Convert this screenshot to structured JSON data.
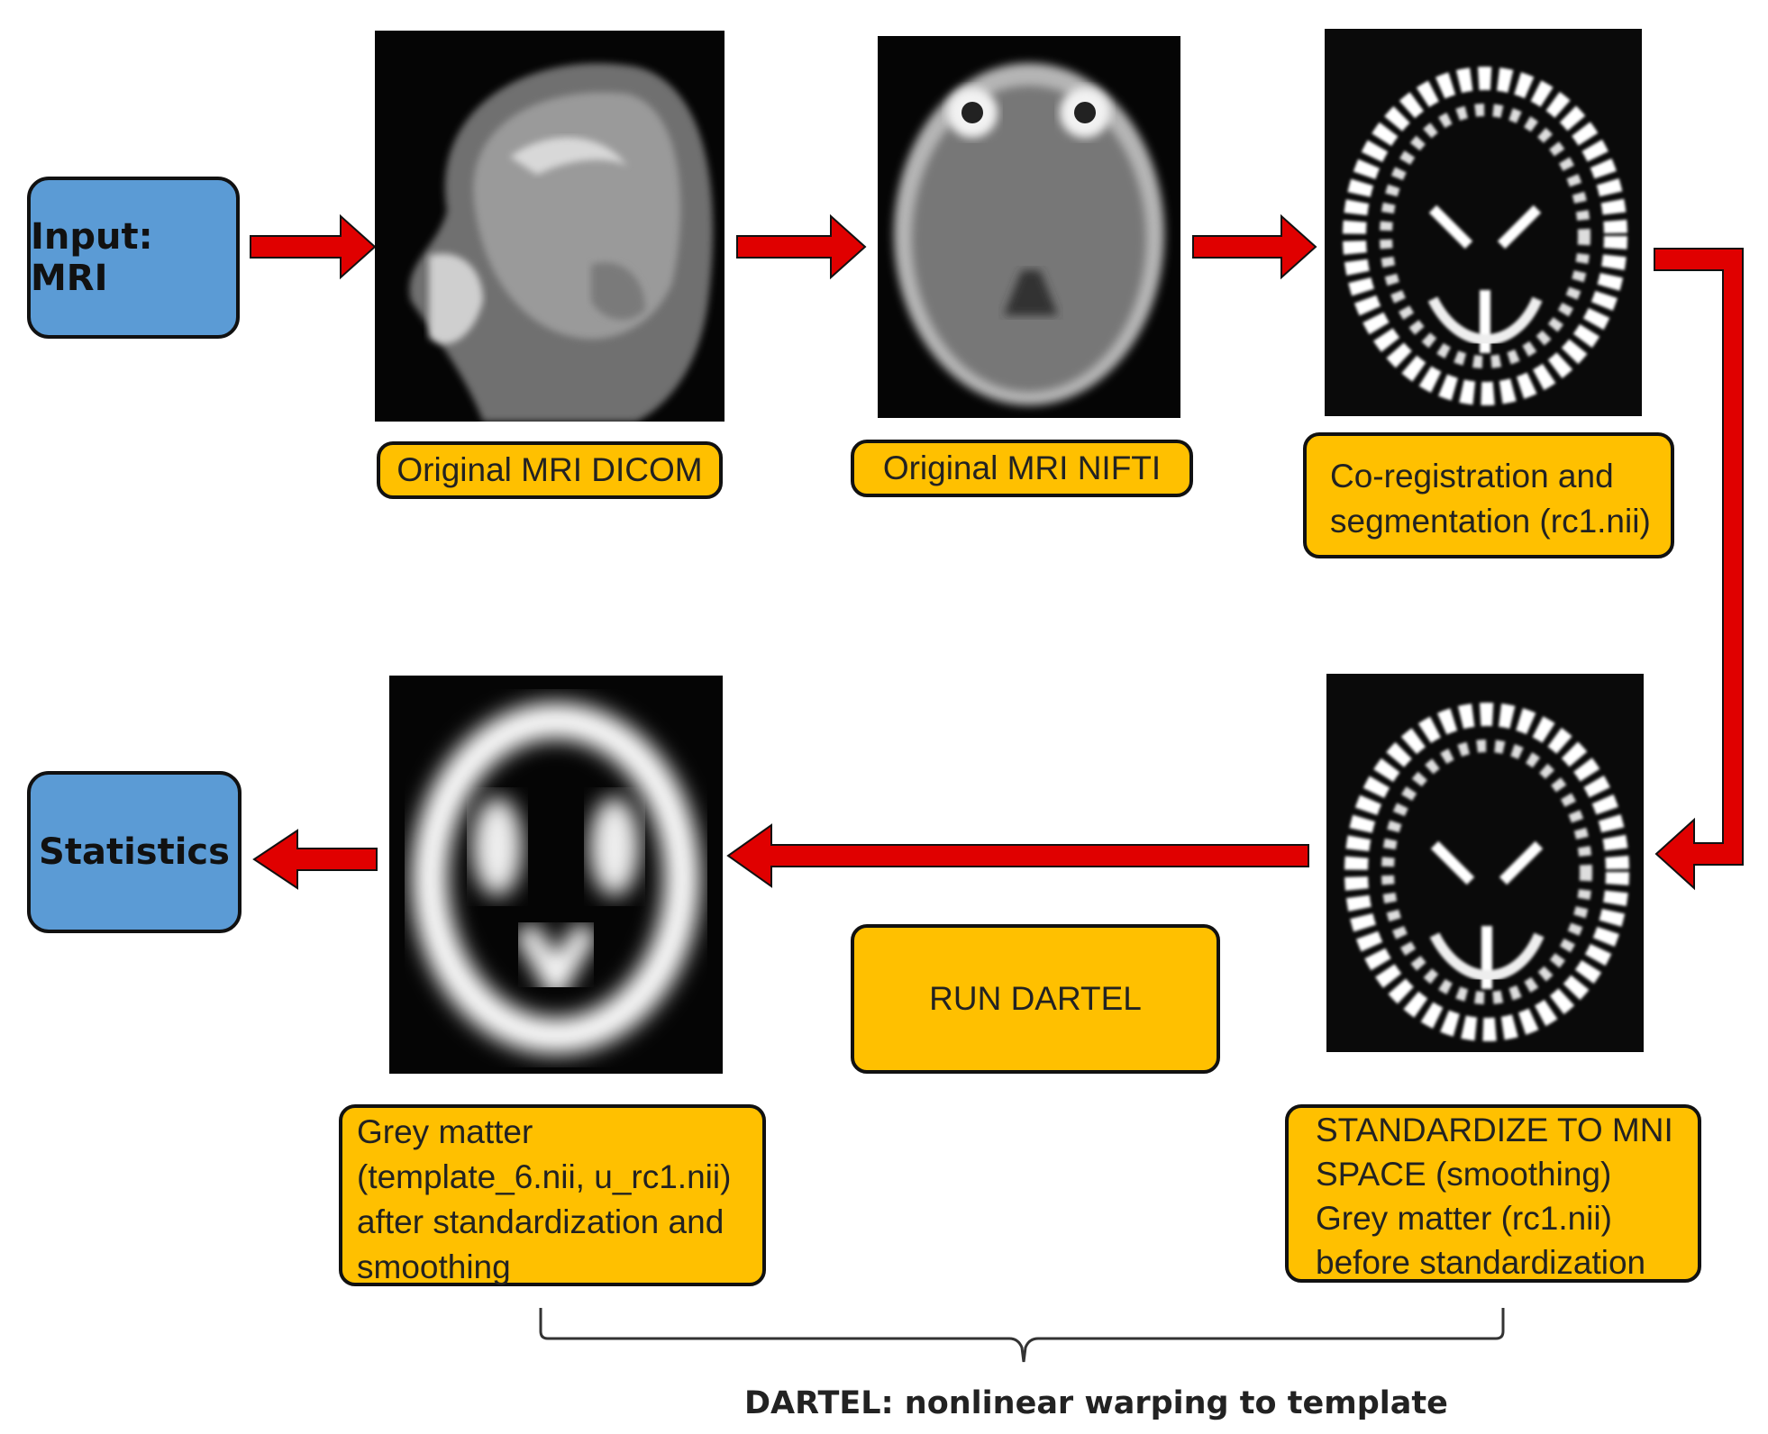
{
  "colors": {
    "input_box": "#5b9bd5",
    "label_box": "#ffc000",
    "arrow": "#e00000",
    "border": "#111111"
  },
  "top_row": {
    "input_label": "Input: MRI",
    "dicom_label": "Original MRI DICOM",
    "nifti_label": "Original MRI NIFTI",
    "coreg_label": [
      "Co-registration and",
      "segmentation (rc1.nii)"
    ]
  },
  "bottom_row": {
    "statistics_label": "Statistics",
    "grey_matter_label": [
      "Grey matter",
      "(template_6.nii, u_rc1.nii)",
      "after standardization and",
      "smoothing"
    ],
    "run_dartel_label": "RUN DARTEL",
    "standardize_label": [
      "STANDARDIZE TO MNI",
      "SPACE (smoothing)",
      "Grey matter (rc1.nii)",
      "before standardization"
    ]
  },
  "brace_caption": "DARTEL: nonlinear warping to template",
  "images": {
    "sagittal": "sagittal-mri-scan",
    "axial": "axial-mri-scan",
    "segmented": "segmented-grey-matter-scan",
    "segmented_2": "segmented-grey-matter-scan",
    "smoothed": "smoothed-grey-matter-scan"
  }
}
